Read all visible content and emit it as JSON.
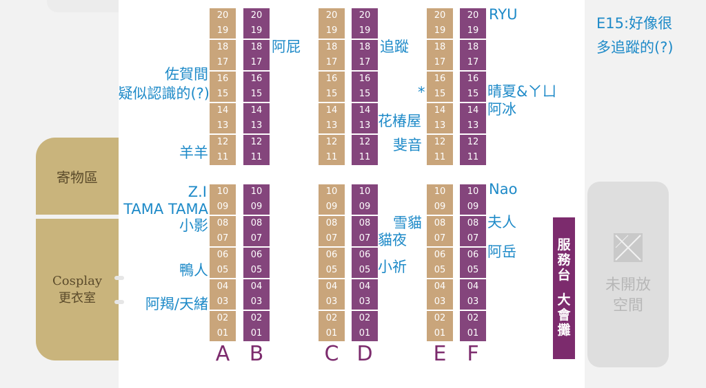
{
  "rooms": {
    "storage": "寄物區",
    "cosplay_line1": "Cosplay",
    "cosplay_line2": "更衣室",
    "closed_line1": "未開放",
    "closed_line2": "空間"
  },
  "service_desk": {
    "top": [
      "服",
      "務",
      "台"
    ],
    "bottom": [
      "大",
      "會",
      "攤"
    ]
  },
  "columns": {
    "letters": [
      "A",
      "B",
      "C",
      "D",
      "E",
      "F"
    ],
    "upper_seats": [
      "20",
      "19",
      "18",
      "17",
      "16",
      "15",
      "14",
      "13",
      "12",
      "11"
    ],
    "lower_seats": [
      "10",
      "09",
      "08",
      "07",
      "06",
      "05",
      "04",
      "03",
      "02",
      "01"
    ]
  },
  "annotations": {
    "a_16": "佐賀間",
    "a_15": "疑似認識的(?)",
    "a_11": "羊羊",
    "a_10": "Z.I",
    "a_09": "TAMA TAMA",
    "a_08": "小影",
    "a_05": "鴨人",
    "a_03": "阿羯/天緒",
    "b_18": "阿屁",
    "d_18": "追蹤",
    "d_13": "花椿屋",
    "d_12": "斐音",
    "d_08": "雪貓",
    "d_07": "貓夜",
    "d_05": "小祈",
    "e_15": "*",
    "f_20": "RYU",
    "f_15": "晴夏&ㄚㄩ",
    "f_14": "阿冰",
    "f_10": "Nao",
    "f_08": "夫人",
    "f_06": "阿岳",
    "note_line1": "E15:好像很",
    "note_line2": "多追蹤的(?)"
  },
  "colors": {
    "gold_seat": "#c9a57b",
    "purple_seat": "#84457c",
    "annotation": "#1e8ac8",
    "room_gold": "#c9b47c",
    "service_desk": "#7c2b6d"
  }
}
